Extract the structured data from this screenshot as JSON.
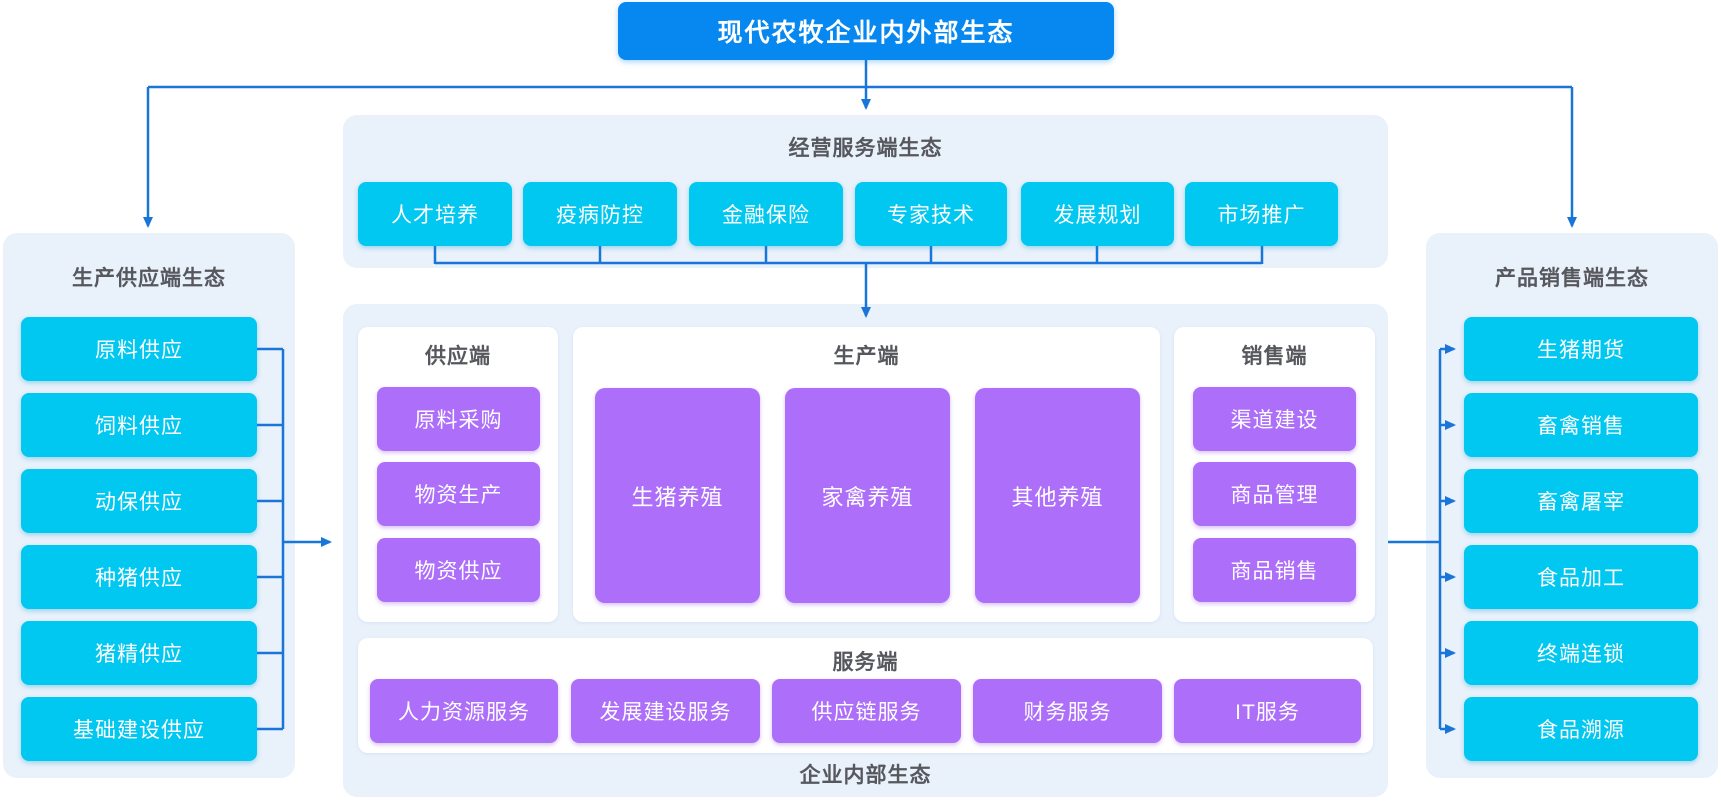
{
  "title": "现代农牧企业内外部生态",
  "colors": {
    "header_blue": "#0788f0",
    "cyan": "#00c8f1",
    "purple": "#ad6efa",
    "panel_bg": "#e9f1fb",
    "connector_blue": "#1976d8",
    "label_gray": "#56585d"
  },
  "left_panel": {
    "title": "生产供应端生态",
    "items": [
      "原料供应",
      "饲料供应",
      "动保供应",
      "种猪供应",
      "猪精供应",
      "基础建设供应"
    ]
  },
  "top_panel": {
    "title": "经营服务端生态",
    "items": [
      "人才培养",
      "疫病防控",
      "金融保险",
      "专家技术",
      "发展规划",
      "市场推广"
    ]
  },
  "right_panel": {
    "title": "产品销售端生态",
    "items": [
      "生猪期货",
      "畜禽销售",
      "畜禽屠宰",
      "食品加工",
      "终端连锁",
      "食品溯源"
    ]
  },
  "center_panel": {
    "label": "企业内部生态",
    "supply": {
      "title": "供应端",
      "items": [
        "原料采购",
        "物资生产",
        "物资供应"
      ]
    },
    "production": {
      "title": "生产端",
      "items": [
        "生猪养殖",
        "家禽养殖",
        "其他养殖"
      ]
    },
    "sales": {
      "title": "销售端",
      "items": [
        "渠道建设",
        "商品管理",
        "商品销售"
      ]
    },
    "service": {
      "title": "服务端",
      "items": [
        "人力资源服务",
        "发展建设服务",
        "供应链服务",
        "财务服务",
        "IT服务"
      ]
    }
  }
}
